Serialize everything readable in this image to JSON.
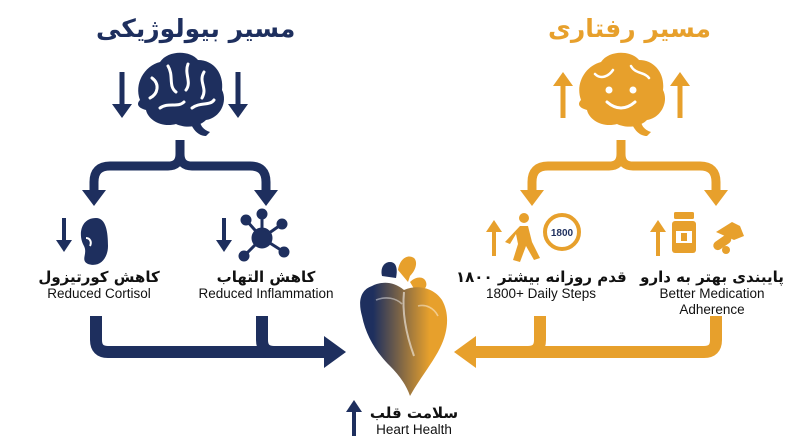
{
  "colors": {
    "navy": "#1e2f5e",
    "orange": "#e7a02c",
    "orange_light": "#f0b443"
  },
  "icons": {
    "bio_brain": "brain-icon",
    "behavior_brain": "smiling-brain-icon",
    "kidney": "kidney-icon",
    "inflammation": "molecule-network-icon",
    "walking": "walking-person-icon",
    "step_counter": "step-counter-badge-icon",
    "medication": "pill-bottle-icon",
    "heart": "anatomical-heart-icon"
  },
  "titles": {
    "biological": "مسیر بیولوژیکی",
    "behavioral": "مسیر رفتاری"
  },
  "badge_text": "1800",
  "nodes": {
    "cortisol": {
      "fa": "کاهش کورتیزول",
      "en": "Reduced Cortisol"
    },
    "inflammation": {
      "fa": "کاهش التهاب",
      "en": "Reduced Inflammation"
    },
    "steps": {
      "fa": "۱۸۰۰ قدم روزانه بیشتر",
      "en": "1800+ Daily Steps"
    },
    "medication": {
      "fa": "پایبندی بهتر به دارو",
      "en_line1": "Better Medication",
      "en_line2": "Adherence"
    },
    "heart": {
      "fa": "سلامت قلب",
      "en": "Heart Health"
    }
  }
}
